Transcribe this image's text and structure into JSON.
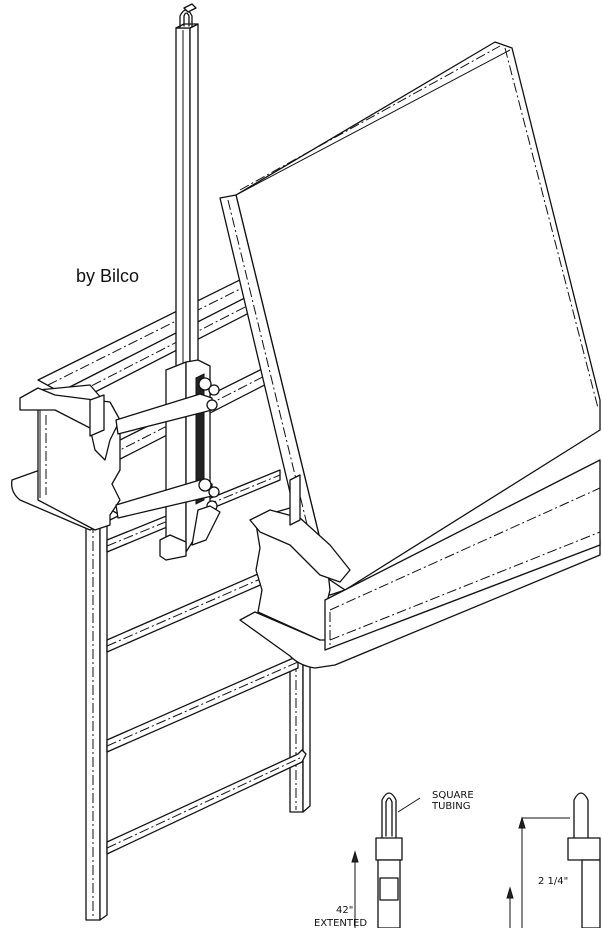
{
  "caption": "by Bilco",
  "callouts": {
    "tubing_label_line1": "SQUARE",
    "tubing_label_line2": "TUBING",
    "height_label": "42\"",
    "extended_label": "EXTENTED",
    "width_label": "2 1/4\""
  }
}
